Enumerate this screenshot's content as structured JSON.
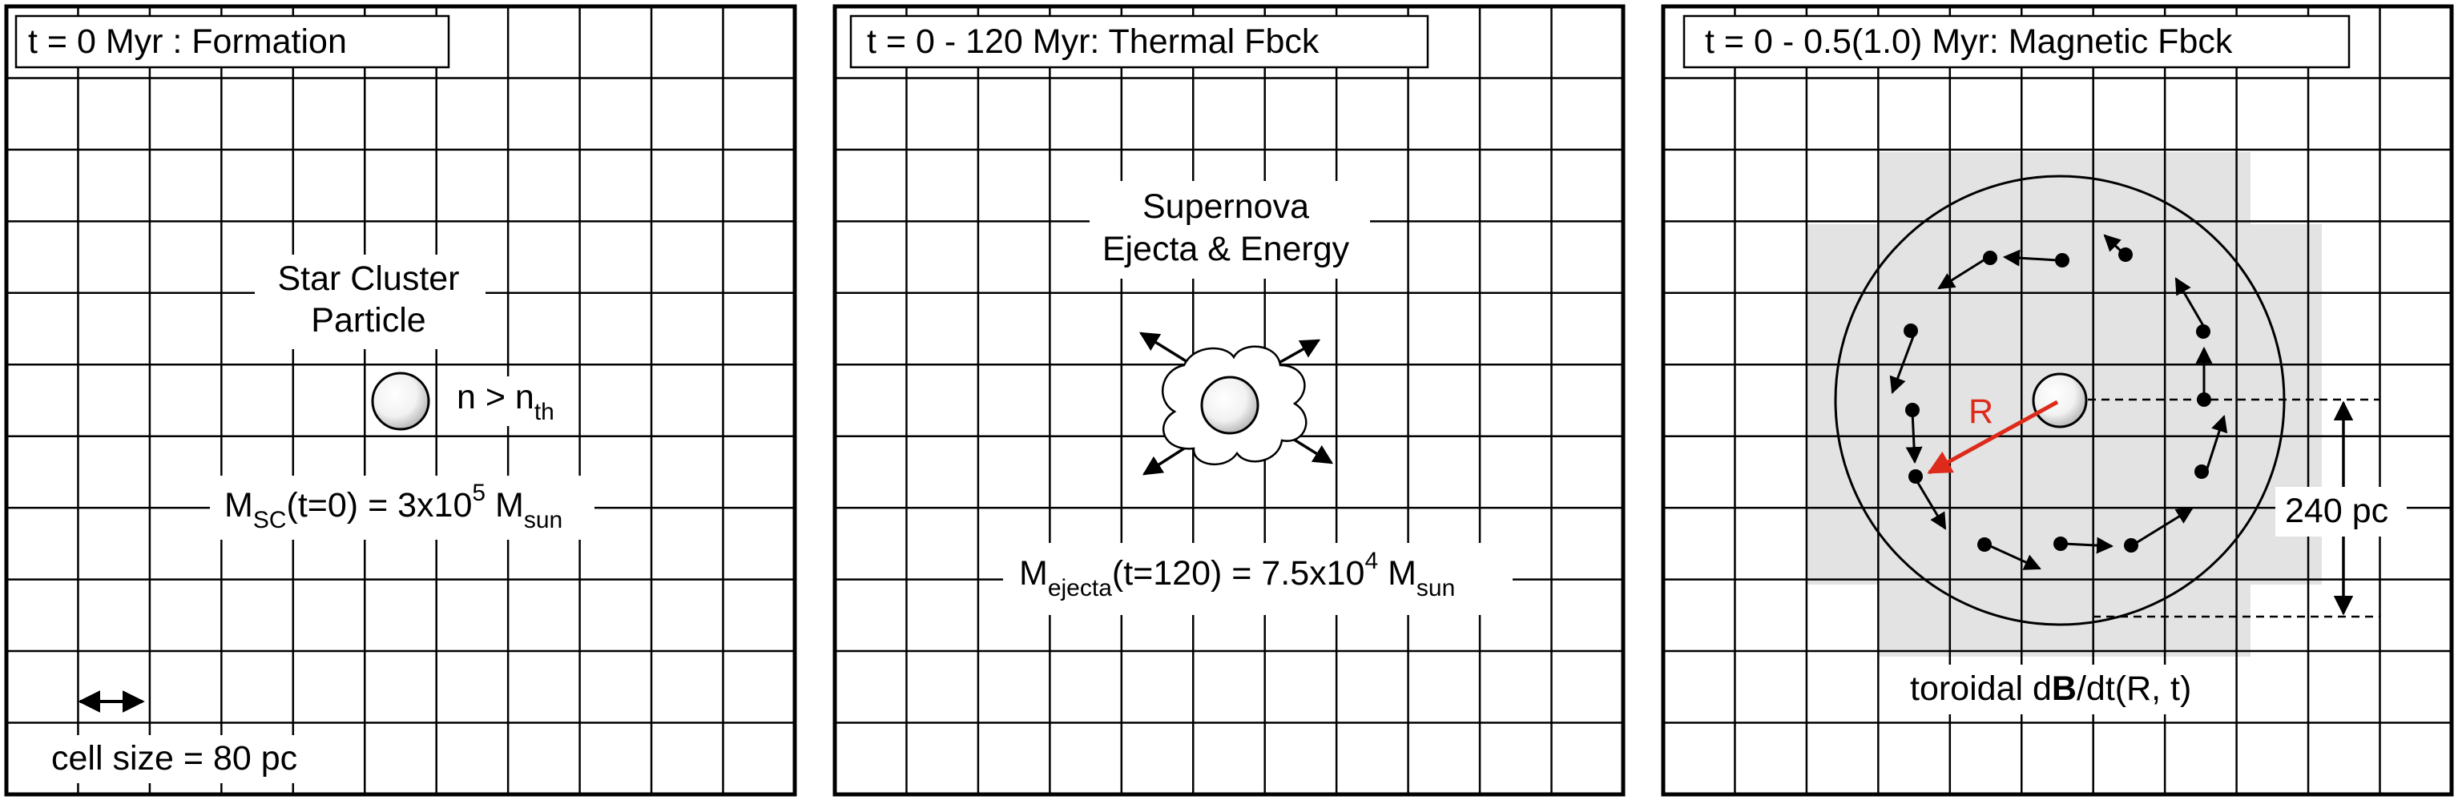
{
  "colors": {
    "grid": "#000000",
    "shade": "#e3e3e3",
    "radius_arrow": "#dd2a1b"
  },
  "panels": [
    {
      "title": "t = 0 Myr : Formation",
      "label_lines": [
        "Star Cluster",
        "Particle"
      ],
      "density": {
        "base": "n > n",
        "sub": "th"
      },
      "mass": {
        "m": "M",
        "m_sub": "SC",
        "middle": "(t=0) = 3x10",
        "sup": "5",
        "end": " M",
        "end_sub": "sun"
      },
      "cell_label": "cell size = 80 pc"
    },
    {
      "title": "t = 0 - 120 Myr: Thermal Fbck",
      "label_lines": [
        "Supernova",
        "Ejecta & Energy"
      ],
      "mass": {
        "m": "M",
        "m_sub": "ejecta",
        "middle": "(t=120) = 7.5x10",
        "sup": "4",
        "end": " M",
        "end_sub": "sun"
      }
    },
    {
      "title": "t = 0 - 0.5(1.0) Myr: Magnetic Fbck",
      "radius_label": "R",
      "scale_label": "240 pc",
      "caption": {
        "pre": "toroidal d",
        "bold": "B",
        "post": "/dt(R, t)"
      }
    }
  ]
}
